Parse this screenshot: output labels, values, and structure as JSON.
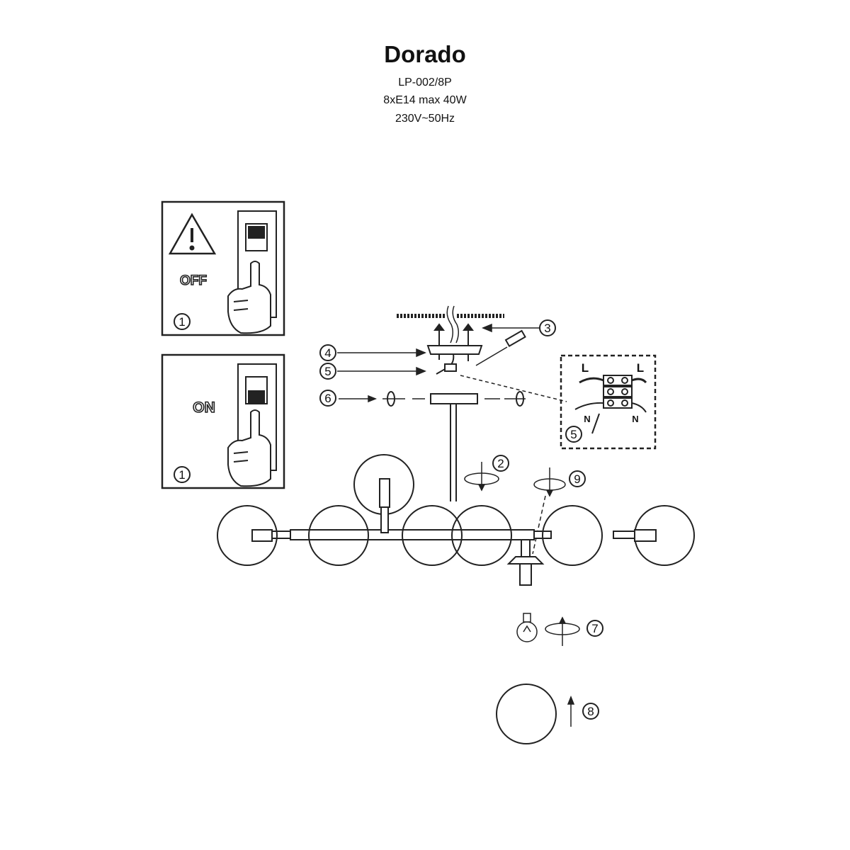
{
  "header": {
    "title": "Dorado",
    "model": "LP-002/8P",
    "spec_lamps": "8xE14  max 40W",
    "spec_power": "230V~50Hz"
  },
  "panels": {
    "off_label": "OFF",
    "on_label": "ON",
    "step_off": "1",
    "step_on": "1"
  },
  "steps": {
    "s2": "2",
    "s3": "3",
    "s4": "4",
    "s5": "5",
    "s5b": "5",
    "s6": "6",
    "s7": "7",
    "s8": "8",
    "s9": "9"
  },
  "wiring": {
    "live_left": "L",
    "live_right": "L",
    "neutral_left": "N",
    "neutral_right": "N"
  },
  "icons": [
    "warning-icon",
    "wall-switch-icon",
    "hand-pointer-icon",
    "screwdriver-icon",
    "bulb-icon",
    "rotate-arrow-icon",
    "up-arrow-icon"
  ]
}
